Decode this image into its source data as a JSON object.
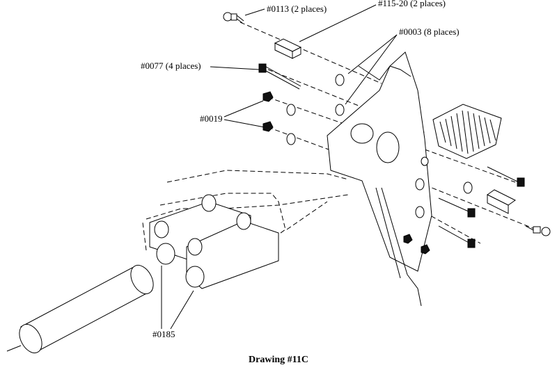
{
  "callouts": {
    "p0113": "#0113 (2 places)",
    "p115_20": "#115-20 (2 places)",
    "p0003": "#0003 (8 places)",
    "p0077": "#0077 (4 places)",
    "p0019": "#0019",
    "p0185": "#0185"
  },
  "caption": "Drawing #11C"
}
